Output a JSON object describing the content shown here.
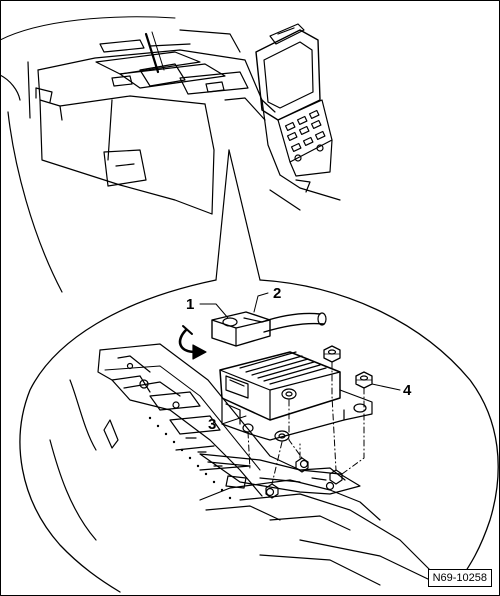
{
  "callouts": {
    "c1": "1",
    "c2": "2",
    "c3": "3",
    "c4": "4"
  },
  "figure_code": "N69-10258",
  "colors": {
    "line": "#000000",
    "background": "#ffffff",
    "detail_gray": "#777777"
  }
}
